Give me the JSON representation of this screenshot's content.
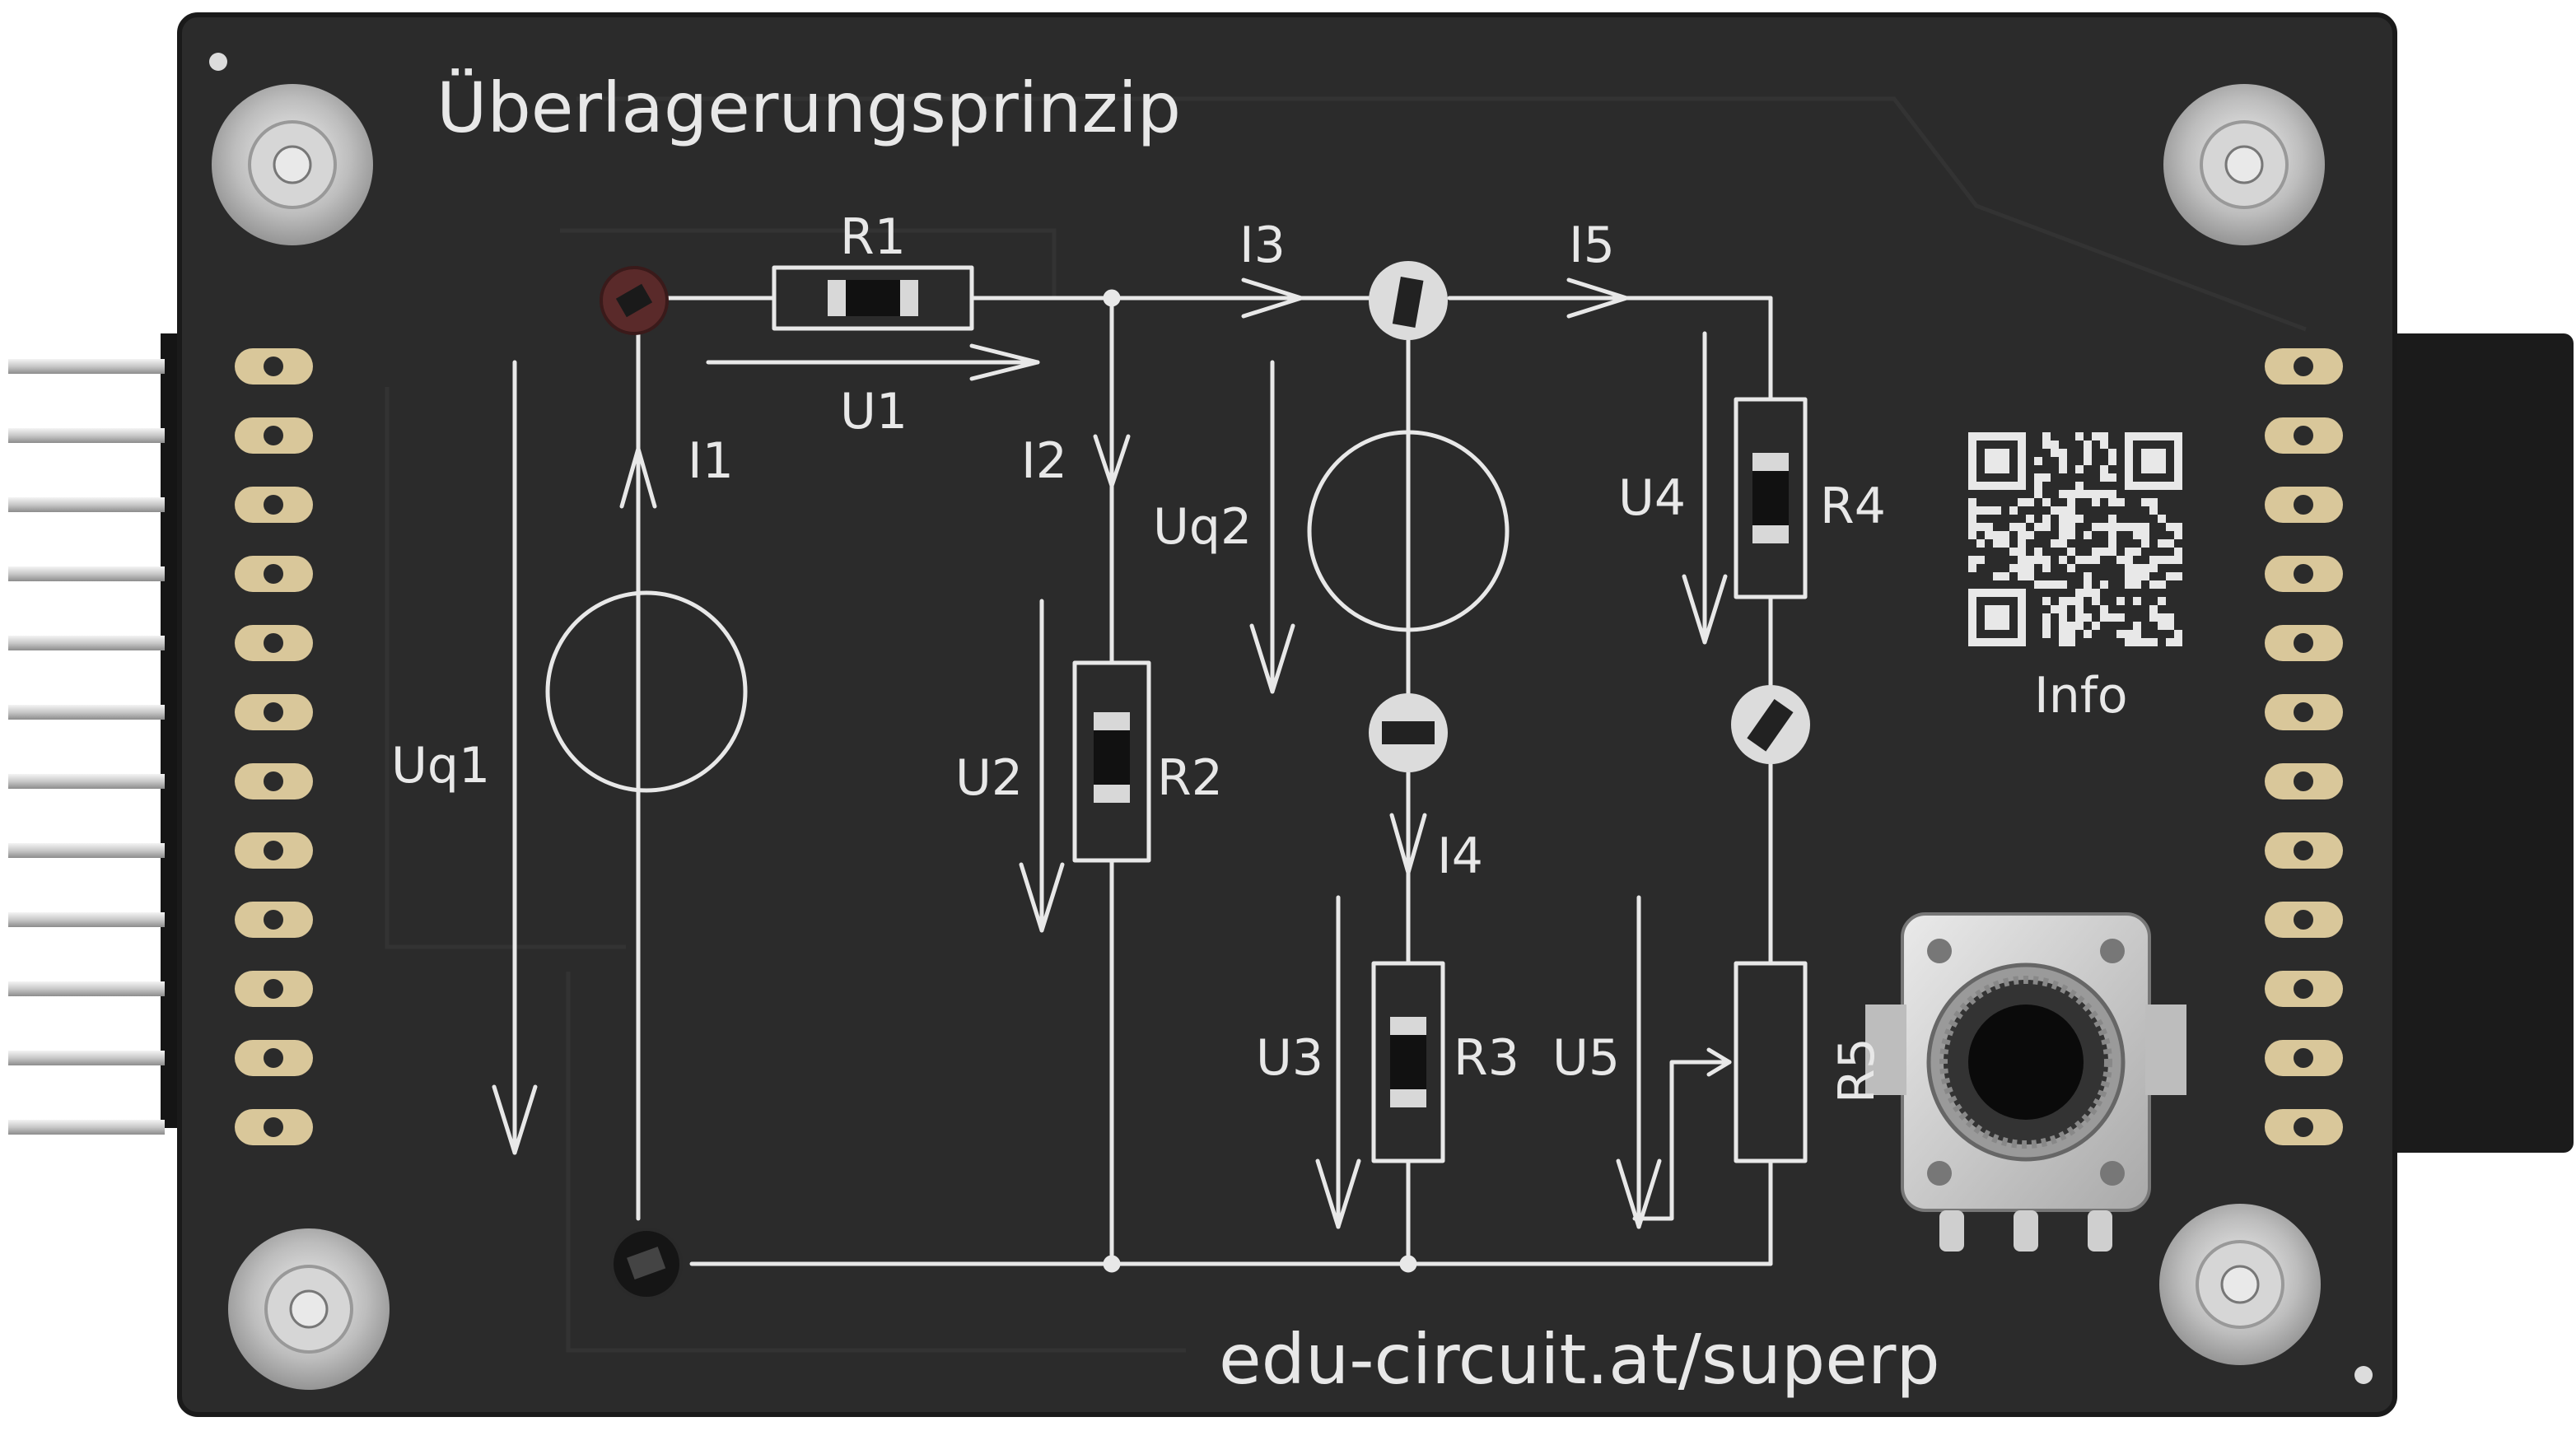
{
  "board": {
    "title": "Überlagerungsprinzip",
    "url": "edu-circuit.at/superp",
    "info_label": "Info",
    "colors": {
      "pcb": "#2a2a2a",
      "silkscreen": "#e8e8e8",
      "metal": "#c9c9c9"
    }
  },
  "labels": {
    "r1": "R1",
    "r2": "R2",
    "r3": "R3",
    "r4": "R4",
    "r5": "R5",
    "i1": "I1",
    "i2": "I2",
    "i3": "I3",
    "i4": "I4",
    "i5": "I5",
    "u1": "U1",
    "u2": "U2",
    "u3": "U3",
    "u4": "U4",
    "u5": "U5",
    "uq1": "Uq1",
    "uq2": "Uq2"
  }
}
